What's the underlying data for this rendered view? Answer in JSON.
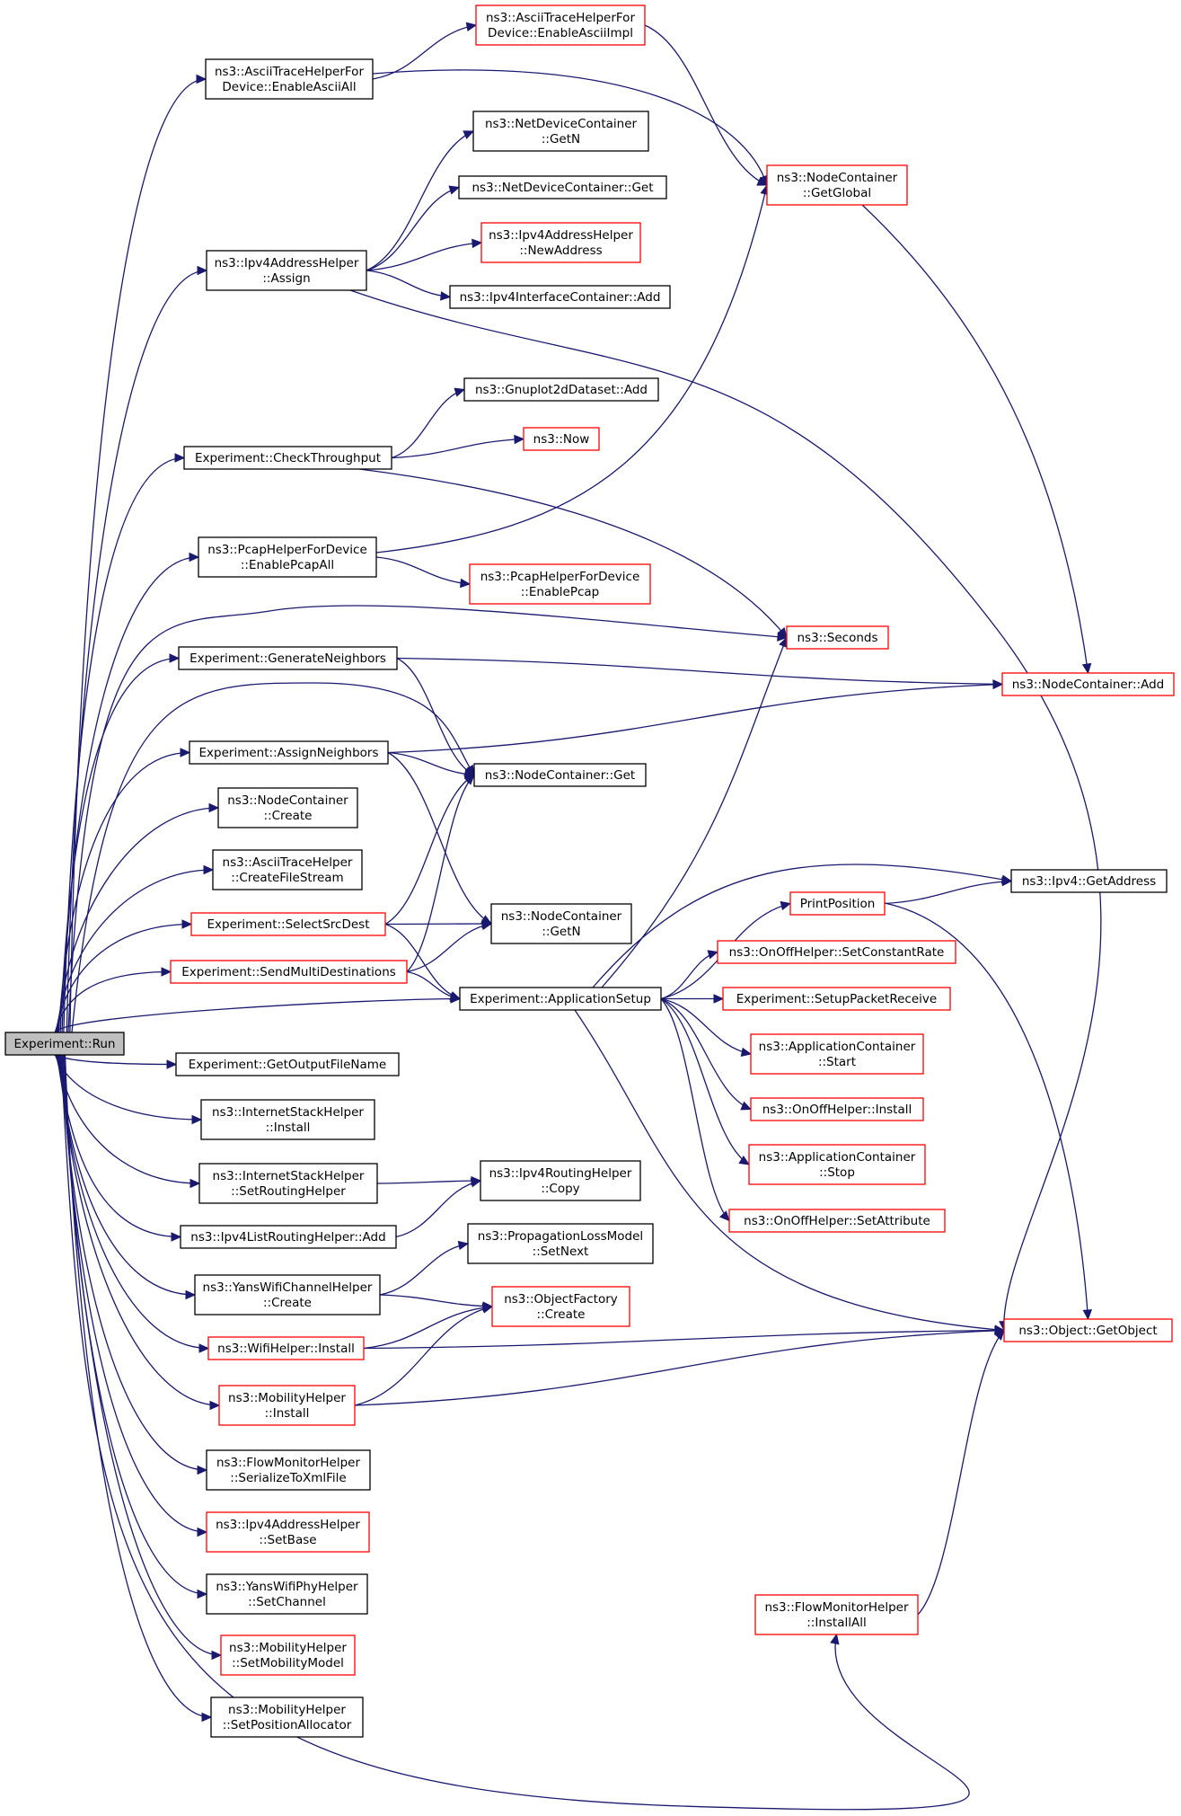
{
  "graph": {
    "root": "run",
    "nodes": [
      {
        "id": "run",
        "lines": [
          "Experiment::Run"
        ],
        "style": "root"
      },
      {
        "id": "asciiAll",
        "lines": [
          "ns3::AsciiTraceHelperFor",
          "Device::EnableAsciiAll"
        ],
        "style": "black"
      },
      {
        "id": "asciiImpl",
        "lines": [
          "ns3::AsciiTraceHelperFor",
          "Device::EnableAsciiImpl"
        ],
        "style": "red"
      },
      {
        "id": "ndcGetN",
        "lines": [
          "ns3::NetDeviceContainer",
          "::GetN"
        ],
        "style": "black"
      },
      {
        "id": "ndcGet",
        "lines": [
          "ns3::NetDeviceContainer::Get"
        ],
        "style": "black"
      },
      {
        "id": "ncGetGlobal",
        "lines": [
          "ns3::NodeContainer",
          "::GetGlobal"
        ],
        "style": "red"
      },
      {
        "id": "ipv4Assign",
        "lines": [
          "ns3::Ipv4AddressHelper",
          "::Assign"
        ],
        "style": "black"
      },
      {
        "id": "ipv4NewAddr",
        "lines": [
          "ns3::Ipv4AddressHelper",
          "::NewAddress"
        ],
        "style": "red"
      },
      {
        "id": "ipv4IfcAdd",
        "lines": [
          "ns3::Ipv4InterfaceContainer::Add"
        ],
        "style": "black"
      },
      {
        "id": "gnuplotAdd",
        "lines": [
          "ns3::Gnuplot2dDataset::Add"
        ],
        "style": "black"
      },
      {
        "id": "checkTp",
        "lines": [
          "Experiment::CheckThroughput"
        ],
        "style": "black"
      },
      {
        "id": "now",
        "lines": [
          "ns3::Now"
        ],
        "style": "red"
      },
      {
        "id": "pcapAll",
        "lines": [
          "ns3::PcapHelperForDevice",
          "::EnablePcapAll"
        ],
        "style": "black"
      },
      {
        "id": "pcap",
        "lines": [
          "ns3::PcapHelperForDevice",
          "::EnablePcap"
        ],
        "style": "red"
      },
      {
        "id": "seconds",
        "lines": [
          "ns3::Seconds"
        ],
        "style": "red"
      },
      {
        "id": "genNeigh",
        "lines": [
          "Experiment::GenerateNeighbors"
        ],
        "style": "black"
      },
      {
        "id": "ncAdd",
        "lines": [
          "ns3::NodeContainer::Add"
        ],
        "style": "red"
      },
      {
        "id": "assignNeigh",
        "lines": [
          "Experiment::AssignNeighbors"
        ],
        "style": "black"
      },
      {
        "id": "ncGet",
        "lines": [
          "ns3::NodeContainer::Get"
        ],
        "style": "black"
      },
      {
        "id": "ncCreate",
        "lines": [
          "ns3::NodeContainer",
          "::Create"
        ],
        "style": "black"
      },
      {
        "id": "asciiCreate",
        "lines": [
          "ns3::AsciiTraceHelper",
          "::CreateFileStream"
        ],
        "style": "black"
      },
      {
        "id": "ipv4GetAddr",
        "lines": [
          "ns3::Ipv4::GetAddress"
        ],
        "style": "black"
      },
      {
        "id": "printPos",
        "lines": [
          "PrintPosition"
        ],
        "style": "red"
      },
      {
        "id": "selectSrc",
        "lines": [
          "Experiment::SelectSrcDest"
        ],
        "style": "red"
      },
      {
        "id": "ncGetN",
        "lines": [
          "ns3::NodeContainer",
          "::GetN"
        ],
        "style": "black"
      },
      {
        "id": "onoffRate",
        "lines": [
          "ns3::OnOffHelper::SetConstantRate"
        ],
        "style": "red"
      },
      {
        "id": "sendMulti",
        "lines": [
          "Experiment::SendMultiDestinations"
        ],
        "style": "red"
      },
      {
        "id": "appSetup",
        "lines": [
          "Experiment::ApplicationSetup"
        ],
        "style": "black"
      },
      {
        "id": "setupRecv",
        "lines": [
          "Experiment::SetupPacketReceive"
        ],
        "style": "red"
      },
      {
        "id": "appStart",
        "lines": [
          "ns3::ApplicationContainer",
          "::Start"
        ],
        "style": "red"
      },
      {
        "id": "getOutput",
        "lines": [
          "Experiment::GetOutputFileName"
        ],
        "style": "black"
      },
      {
        "id": "inetInstall",
        "lines": [
          "ns3::InternetStackHelper",
          "::Install"
        ],
        "style": "black"
      },
      {
        "id": "onoffInstall",
        "lines": [
          "ns3::OnOffHelper::Install"
        ],
        "style": "red"
      },
      {
        "id": "appStop",
        "lines": [
          "ns3::ApplicationContainer",
          "::Stop"
        ],
        "style": "red"
      },
      {
        "id": "inetSetRouting",
        "lines": [
          "ns3::InternetStackHelper",
          "::SetRoutingHelper"
        ],
        "style": "black"
      },
      {
        "id": "ipv4RoutingCopy",
        "lines": [
          "ns3::Ipv4RoutingHelper",
          "::Copy"
        ],
        "style": "black"
      },
      {
        "id": "onoffSetAttr",
        "lines": [
          "ns3::OnOffHelper::SetAttribute"
        ],
        "style": "red"
      },
      {
        "id": "ipv4ListAdd",
        "lines": [
          "ns3::Ipv4ListRoutingHelper::Add"
        ],
        "style": "black"
      },
      {
        "id": "propSetNext",
        "lines": [
          "ns3::PropagationLossModel",
          "::SetNext"
        ],
        "style": "black"
      },
      {
        "id": "yansChanCreate",
        "lines": [
          "ns3::YansWifiChannelHelper",
          "::Create"
        ],
        "style": "black"
      },
      {
        "id": "objFactCreate",
        "lines": [
          "ns3::ObjectFactory",
          "::Create"
        ],
        "style": "red"
      },
      {
        "id": "objGetObject",
        "lines": [
          "ns3::Object::GetObject"
        ],
        "style": "red"
      },
      {
        "id": "wifiInstall",
        "lines": [
          "ns3::WifiHelper::Install"
        ],
        "style": "red"
      },
      {
        "id": "mobInstall",
        "lines": [
          "ns3::MobilityHelper",
          "::Install"
        ],
        "style": "red"
      },
      {
        "id": "flowSerialize",
        "lines": [
          "ns3::FlowMonitorHelper",
          "::SerializeToXmlFile"
        ],
        "style": "black"
      },
      {
        "id": "ipv4SetBase",
        "lines": [
          "ns3::Ipv4AddressHelper",
          "::SetBase"
        ],
        "style": "red"
      },
      {
        "id": "yansPhySetChan",
        "lines": [
          "ns3::YansWifiPhyHelper",
          "::SetChannel"
        ],
        "style": "black"
      },
      {
        "id": "flowInstallAll",
        "lines": [
          "ns3::FlowMonitorHelper",
          "::InstallAll"
        ],
        "style": "red"
      },
      {
        "id": "mobSetModel",
        "lines": [
          "ns3::MobilityHelper",
          "::SetMobilityModel"
        ],
        "style": "red"
      },
      {
        "id": "mobSetPos",
        "lines": [
          "ns3::MobilityHelper",
          "::SetPositionAllocator"
        ],
        "style": "black"
      }
    ],
    "edges": [
      [
        "run",
        "asciiAll"
      ],
      [
        "run",
        "ipv4Assign"
      ],
      [
        "run",
        "checkTp"
      ],
      [
        "run",
        "pcapAll"
      ],
      [
        "run",
        "seconds"
      ],
      [
        "run",
        "genNeigh"
      ],
      [
        "run",
        "ncGet"
      ],
      [
        "run",
        "assignNeigh"
      ],
      [
        "run",
        "ncCreate"
      ],
      [
        "run",
        "asciiCreate"
      ],
      [
        "run",
        "selectSrc"
      ],
      [
        "run",
        "sendMulti"
      ],
      [
        "run",
        "appSetup"
      ],
      [
        "run",
        "getOutput"
      ],
      [
        "run",
        "inetInstall"
      ],
      [
        "run",
        "inetSetRouting"
      ],
      [
        "run",
        "ipv4ListAdd"
      ],
      [
        "run",
        "yansChanCreate"
      ],
      [
        "run",
        "wifiInstall"
      ],
      [
        "run",
        "mobInstall"
      ],
      [
        "run",
        "flowSerialize"
      ],
      [
        "run",
        "ipv4SetBase"
      ],
      [
        "run",
        "yansPhySetChan"
      ],
      [
        "run",
        "mobSetModel"
      ],
      [
        "run",
        "mobSetPos"
      ],
      [
        "run",
        "flowInstallAll"
      ],
      [
        "asciiAll",
        "asciiImpl"
      ],
      [
        "asciiAll",
        "ncGetGlobal"
      ],
      [
        "asciiImpl",
        "ncGetGlobal"
      ],
      [
        "ncGetGlobal",
        "ncAdd"
      ],
      [
        "ipv4Assign",
        "ndcGetN"
      ],
      [
        "ipv4Assign",
        "ndcGet"
      ],
      [
        "ipv4Assign",
        "ipv4NewAddr"
      ],
      [
        "ipv4Assign",
        "ipv4IfcAdd"
      ],
      [
        "ipv4Assign",
        "objGetObject"
      ],
      [
        "checkTp",
        "gnuplotAdd"
      ],
      [
        "checkTp",
        "now"
      ],
      [
        "checkTp",
        "seconds"
      ],
      [
        "pcapAll",
        "ncGetGlobal"
      ],
      [
        "pcapAll",
        "pcap"
      ],
      [
        "genNeigh",
        "ncAdd"
      ],
      [
        "genNeigh",
        "ncGet"
      ],
      [
        "assignNeigh",
        "ncAdd"
      ],
      [
        "assignNeigh",
        "ncGet"
      ],
      [
        "assignNeigh",
        "ncGetN"
      ],
      [
        "selectSrc",
        "ncGet"
      ],
      [
        "selectSrc",
        "ncGetN"
      ],
      [
        "selectSrc",
        "appSetup"
      ],
      [
        "sendMulti",
        "ncGet"
      ],
      [
        "sendMulti",
        "ncGetN"
      ],
      [
        "sendMulti",
        "appSetup"
      ],
      [
        "appSetup",
        "seconds"
      ],
      [
        "appSetup",
        "ipv4GetAddr"
      ],
      [
        "appSetup",
        "printPos"
      ],
      [
        "appSetup",
        "onoffRate"
      ],
      [
        "appSetup",
        "setupRecv"
      ],
      [
        "appSetup",
        "appStart"
      ],
      [
        "appSetup",
        "onoffInstall"
      ],
      [
        "appSetup",
        "appStop"
      ],
      [
        "appSetup",
        "onoffSetAttr"
      ],
      [
        "appSetup",
        "objGetObject"
      ],
      [
        "printPos",
        "ipv4GetAddr"
      ],
      [
        "printPos",
        "objGetObject"
      ],
      [
        "inetSetRouting",
        "ipv4RoutingCopy"
      ],
      [
        "ipv4ListAdd",
        "ipv4RoutingCopy"
      ],
      [
        "yansChanCreate",
        "propSetNext"
      ],
      [
        "yansChanCreate",
        "objFactCreate"
      ],
      [
        "wifiInstall",
        "objFactCreate"
      ],
      [
        "wifiInstall",
        "objGetObject"
      ],
      [
        "mobInstall",
        "objFactCreate"
      ],
      [
        "mobInstall",
        "objGetObject"
      ],
      [
        "flowInstallAll",
        "objGetObject"
      ]
    ]
  },
  "colors": {
    "edge": "#191970",
    "red_border": "#ff0000",
    "black_border": "#000000",
    "root_fill": "#bfbfbf"
  }
}
